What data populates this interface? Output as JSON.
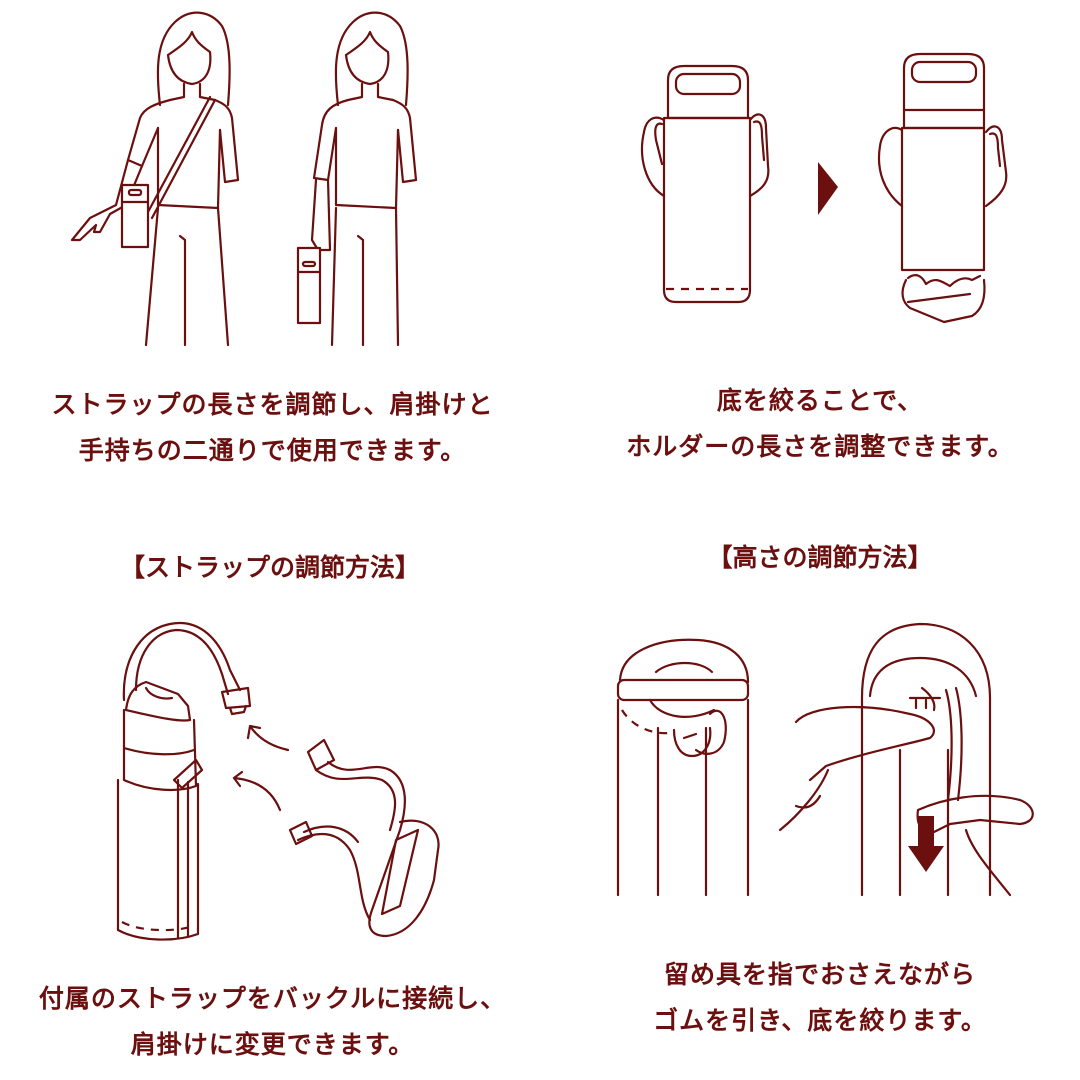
{
  "colors": {
    "accent": "#6b0f0f",
    "background": "#ffffff"
  },
  "panels": [
    {
      "id": "usage-modes",
      "illustration": "two-women-shoulder-and-hand-carry",
      "caption_lines": [
        "ストラップの長さを調節し、肩掛けと",
        "手持ちの二通りで使用できます。"
      ]
    },
    {
      "id": "holder-length",
      "illustration": "holder-before-after-with-arrow",
      "caption_lines": [
        "底を絞ることで、",
        "ホルダーの長さを調整できます。"
      ]
    },
    {
      "id": "strap-adjust",
      "heading": "【ストラップの調節方法】",
      "illustration": "bottle-strap-buckle-connection",
      "caption_lines": [
        "付属のストラップをバックルに接続し、",
        "肩掛けに変更できます。"
      ]
    },
    {
      "id": "height-adjust",
      "heading": "【高さの調節方法】",
      "illustration": "hands-pulling-cord-down-arrow",
      "caption_lines": [
        "留め具を指でおさえながら",
        "ゴムを引き、底を絞ります。"
      ]
    }
  ]
}
